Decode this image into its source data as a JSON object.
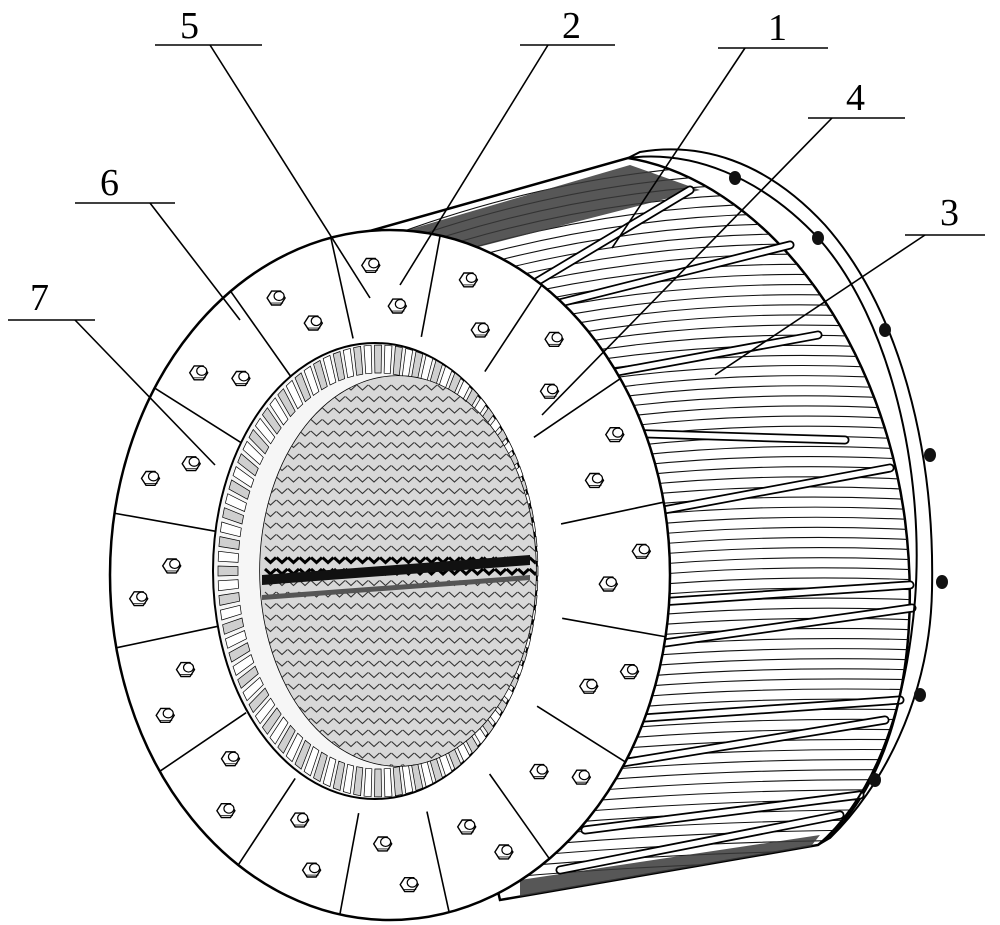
{
  "figure": {
    "callouts": [
      {
        "id": "1",
        "label": "1"
      },
      {
        "id": "2",
        "label": "2"
      },
      {
        "id": "3",
        "label": "3"
      },
      {
        "id": "4",
        "label": "4"
      },
      {
        "id": "5",
        "label": "5"
      },
      {
        "id": "6",
        "label": "6"
      },
      {
        "id": "7",
        "label": "7"
      }
    ],
    "colors": {
      "line": "#000000",
      "paper": "#ffffff",
      "fill_light": "#f4f4f4",
      "fill_mid": "#dcdcdc",
      "fill_dark": "#3a3a3a"
    },
    "flange_segments": 16,
    "teeth": 96,
    "rods": 11
  }
}
